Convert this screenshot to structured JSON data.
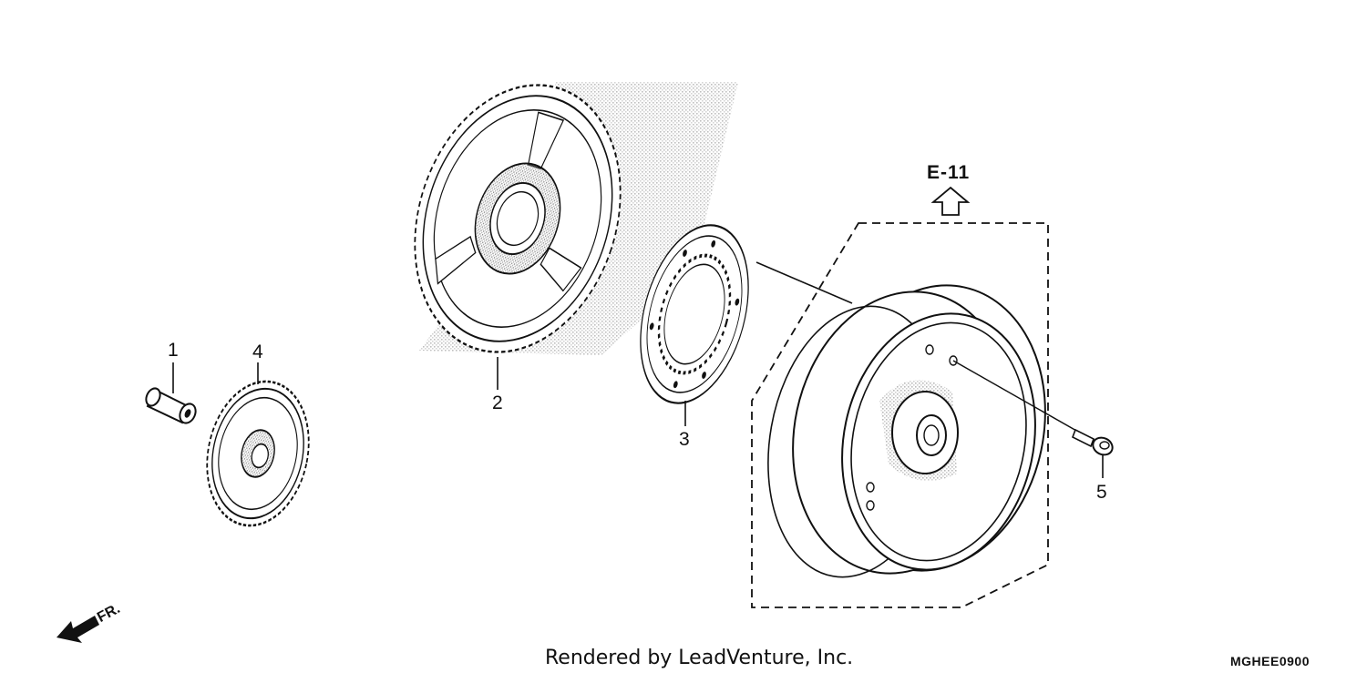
{
  "callouts": {
    "c1": "1",
    "c2": "2",
    "c3": "3",
    "c4": "4",
    "c5": "5"
  },
  "reference": "E-11",
  "front_label": "FR.",
  "credit": "Rendered by LeadVenture, Inc.",
  "drawing_code": "MGHEE0900",
  "colors": {
    "line": "#111111",
    "background": "#ffffff",
    "hatch": "#9a9a9a"
  }
}
